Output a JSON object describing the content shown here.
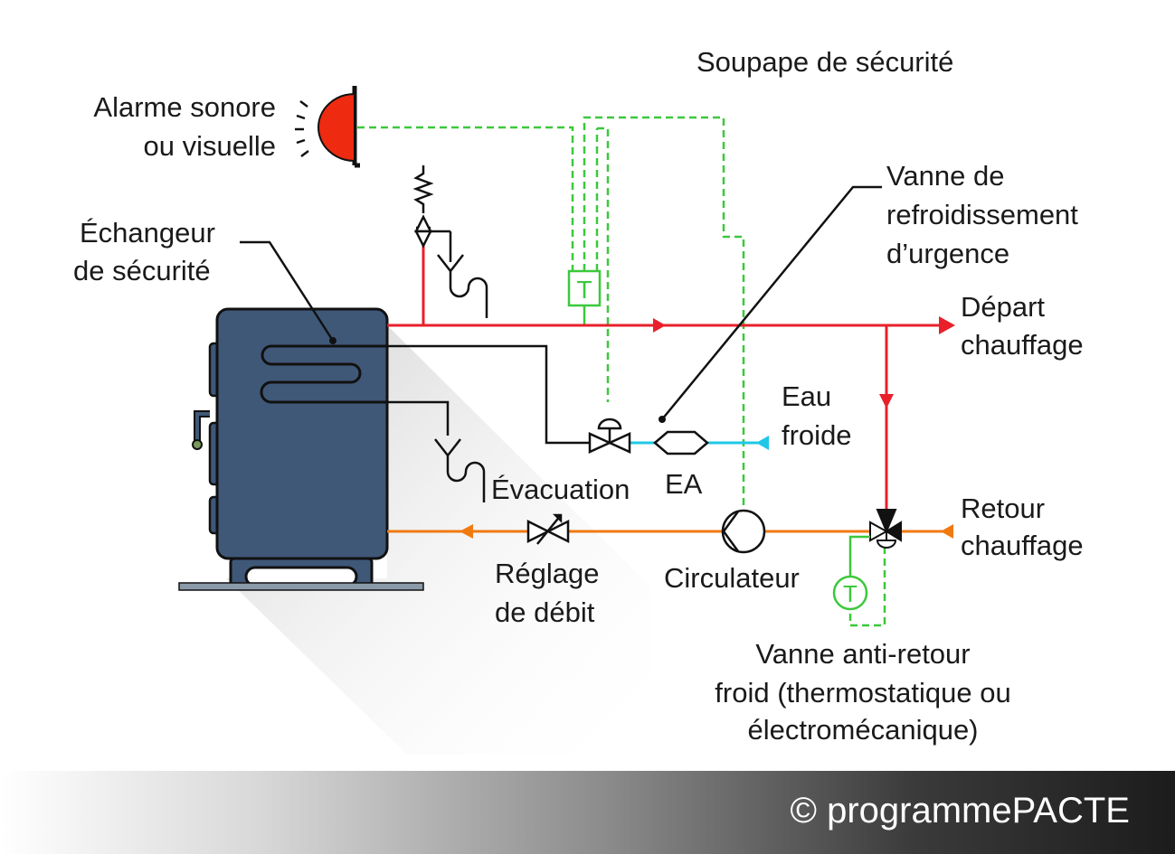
{
  "labels": {
    "soupape": "Soupape de sécurité",
    "alarme_1": "Alarme sonore",
    "alarme_2": "ou visuelle",
    "echangeur_1": "Échangeur",
    "echangeur_2": "de sécurité",
    "vanne_refroid_1": "Vanne de",
    "vanne_refroid_2": "refroidissement",
    "vanne_refroid_3": "d’urgence",
    "depart_1": "Départ",
    "depart_2": "chauffage",
    "eau_1": "Eau",
    "eau_2": "froide",
    "evacuation": "Évacuation",
    "ea": "EA",
    "retour_1": "Retour",
    "retour_2": "chauffage",
    "reglage_1": "Réglage",
    "reglage_2": "de débit",
    "circulateur": "Circulateur",
    "anti_retour_1": "Vanne anti-retour",
    "anti_retour_2": "froid (thermostatique ou",
    "anti_retour_3": "électromécanique)",
    "thermostat_symbol": "T"
  },
  "colors": {
    "hot_pipe": "#e8202a",
    "return_pipe": "#f07a10",
    "cold_pipe": "#1ec8e6",
    "control_line": "#3cc83c",
    "boiler": "#3f5878",
    "alarm": "#ee2a10"
  },
  "footer": {
    "copyright": "© programmePACTE"
  }
}
